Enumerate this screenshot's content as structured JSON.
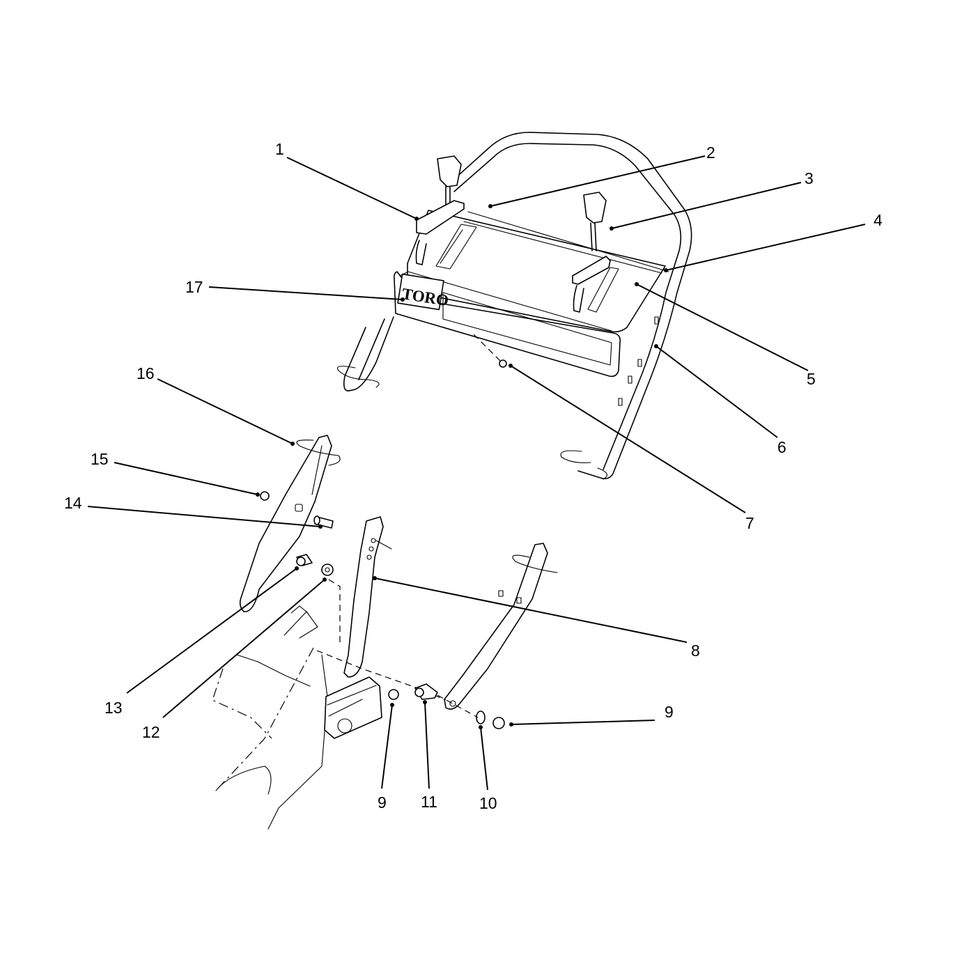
{
  "diagram": {
    "logo_text": "TORO",
    "callouts": [
      {
        "id": "c1",
        "text": "1"
      },
      {
        "id": "c2",
        "text": "2"
      },
      {
        "id": "c3",
        "text": "3"
      },
      {
        "id": "c4",
        "text": "4"
      },
      {
        "id": "c5",
        "text": "5"
      },
      {
        "id": "c6",
        "text": "6"
      },
      {
        "id": "c7",
        "text": "7"
      },
      {
        "id": "c8",
        "text": "8"
      },
      {
        "id": "c9a",
        "text": "9"
      },
      {
        "id": "c9b",
        "text": "9"
      },
      {
        "id": "c10",
        "text": "10"
      },
      {
        "id": "c11",
        "text": "11"
      },
      {
        "id": "c12",
        "text": "12"
      },
      {
        "id": "c13",
        "text": "13"
      },
      {
        "id": "c14",
        "text": "14"
      },
      {
        "id": "c15",
        "text": "15"
      },
      {
        "id": "c16",
        "text": "16"
      },
      {
        "id": "c17",
        "text": "17"
      }
    ]
  }
}
